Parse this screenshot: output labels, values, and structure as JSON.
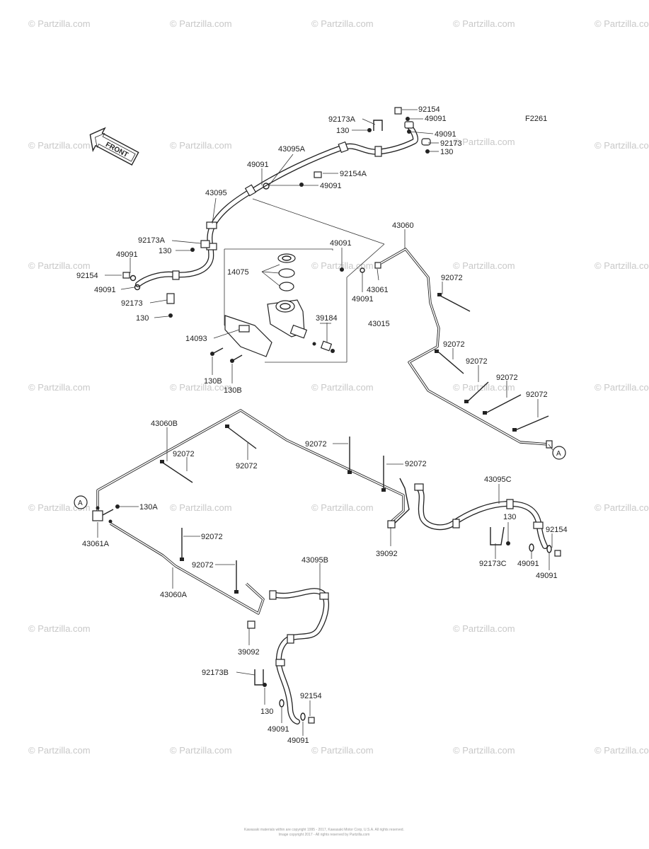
{
  "figure_code": "F2261",
  "front_arrow_label": "FRONT",
  "watermark_text": "© Partzilla.com",
  "copyright_line_1": "Kawasaki materials within are copyright 1995 - 2017, Kawasaki Motor Corp, U.S.A. All rights reserved.",
  "copyright_line_2": "Image copyright 2017 - All rights reserved by Partzilla.com",
  "connector_a": "A",
  "labels": {
    "p92154_top": "92154",
    "p92173a_top": "92173A",
    "p49091_top1": "49091",
    "p130_top": "130",
    "p49091_top2": "49091",
    "p92173_top": "92173",
    "p130_top2": "130",
    "p43095a": "43095A",
    "p49091_left": "49091",
    "p92154a": "92154A",
    "p49091_mid": "49091",
    "p43095": "43095",
    "p92173a_left": "92173A",
    "p130_left": "130",
    "p49091_l1": "49091",
    "p92154_l": "92154",
    "p49091_l2": "49091",
    "p92173_l": "92173",
    "p130_l2": "130",
    "p14075": "14075",
    "p49091_mc": "49091",
    "p43061": "43061",
    "p49091_mc2": "49091",
    "p39184": "39184",
    "p43015": "43015",
    "p14093": "14093",
    "p130b_1": "130B",
    "p130b_2": "130B",
    "p43060": "43060",
    "p92072_r1": "92072",
    "p92072_r2": "92072",
    "p92072_r3": "92072",
    "p92072_r4": "92072",
    "p92072_r5": "92072",
    "p43060b": "43060B",
    "p92072_m1": "92072",
    "p92072_m2": "92072",
    "p92072_m3": "92072",
    "p92072_m4": "92072",
    "p130a": "130A",
    "p43061a": "43061A",
    "p92072_b1": "92072",
    "p92072_b2": "92072",
    "p43060a": "43060A",
    "p39092_r": "39092",
    "p43095c": "43095C",
    "p130_r": "130",
    "p92154_r": "92154",
    "p92173c": "92173C",
    "p49091_r1": "49091",
    "p49091_r2": "49091",
    "p43095b": "43095B",
    "p39092_b": "39092",
    "p92173b": "92173B",
    "p130_b": "130",
    "p92154_b": "92154",
    "p49091_b1": "49091",
    "p49091_b2": "49091"
  }
}
